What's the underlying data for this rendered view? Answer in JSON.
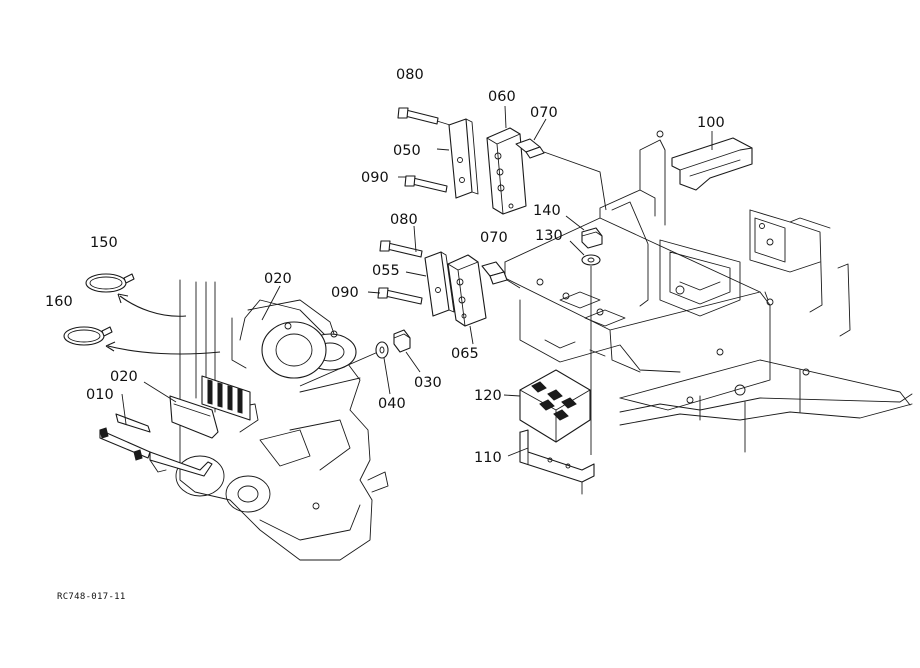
{
  "diagram": {
    "reference_code": "RC748-017-11",
    "colors": {
      "line": "#1a1a1a",
      "background": "#ffffff"
    },
    "callouts": [
      {
        "id": "080a",
        "label": "080"
      },
      {
        "id": "060",
        "label": "060"
      },
      {
        "id": "070a",
        "label": "070"
      },
      {
        "id": "100",
        "label": "100"
      },
      {
        "id": "050",
        "label": "050"
      },
      {
        "id": "090a",
        "label": "090"
      },
      {
        "id": "140",
        "label": "140"
      },
      {
        "id": "080b",
        "label": "080"
      },
      {
        "id": "070b",
        "label": "070"
      },
      {
        "id": "130",
        "label": "130"
      },
      {
        "id": "150",
        "label": "150"
      },
      {
        "id": "055",
        "label": "055"
      },
      {
        "id": "020a",
        "label": "020"
      },
      {
        "id": "090b",
        "label": "090"
      },
      {
        "id": "160",
        "label": "160"
      },
      {
        "id": "065",
        "label": "065"
      },
      {
        "id": "020b",
        "label": "020"
      },
      {
        "id": "030",
        "label": "030"
      },
      {
        "id": "040",
        "label": "040"
      },
      {
        "id": "120",
        "label": "120"
      },
      {
        "id": "010",
        "label": "010"
      },
      {
        "id": "110",
        "label": "110"
      }
    ]
  }
}
